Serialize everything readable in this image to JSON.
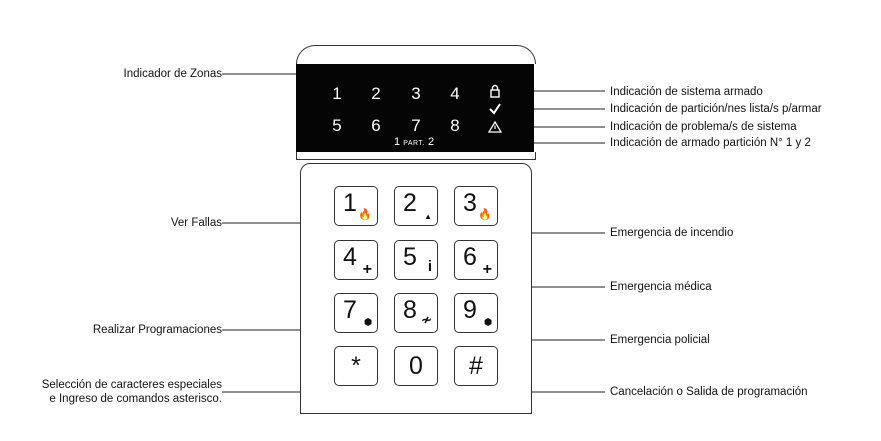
{
  "labels": {
    "zones": "Indicador de Zonas",
    "armed": "Indicación de sistema armado",
    "ready": "Indicación de partición/nes lista/s p/armar",
    "trouble": "Indicación de problema/s de sistema",
    "partition": "Indicación de armado partición N° 1 y 2",
    "faults": "Ver Fallas",
    "fire": "Emergencia de incendio",
    "medical": "Emergencia médica",
    "programming": "Realizar Programaciones",
    "police": "Emergencia policial",
    "asterisk_line1": "Selección de caracteres especiales",
    "asterisk_line2": "e Ingreso de comandos asterisco.",
    "cancel": "Cancelación o Salida de programación"
  },
  "display": {
    "zones_row1": [
      "1",
      "2",
      "3",
      "4"
    ],
    "zones_row2": [
      "5",
      "6",
      "7",
      "8"
    ],
    "partition_1": "1",
    "partition_word": "PART.",
    "partition_2": "2",
    "icons": [
      "lock-icon",
      "check-icon",
      "warning-icon"
    ]
  },
  "keys": {
    "k1": {
      "digit": "1",
      "symbol": "🔥",
      "icon": "fire-icon"
    },
    "k2": {
      "digit": "2",
      "symbol": "▲",
      "icon": "triangle-icon"
    },
    "k3": {
      "digit": "3",
      "symbol": "🔥",
      "icon": "fire-icon"
    },
    "k4": {
      "digit": "4",
      "symbol": "+",
      "icon": "plus-icon"
    },
    "k5": {
      "digit": "5",
      "symbol": "i",
      "icon": "person-icon"
    },
    "k6": {
      "digit": "6",
      "symbol": "+",
      "icon": "plus-icon"
    },
    "k7": {
      "digit": "7",
      "symbol": "⬢",
      "icon": "shield-icon"
    },
    "k8": {
      "digit": "8",
      "symbol": "≁",
      "icon": "wave-icon"
    },
    "k9": {
      "digit": "9",
      "symbol": "⬢",
      "icon": "shield-icon"
    },
    "kstar": {
      "digit": "*"
    },
    "k0": {
      "digit": "0"
    },
    "khash": {
      "digit": "#"
    }
  }
}
